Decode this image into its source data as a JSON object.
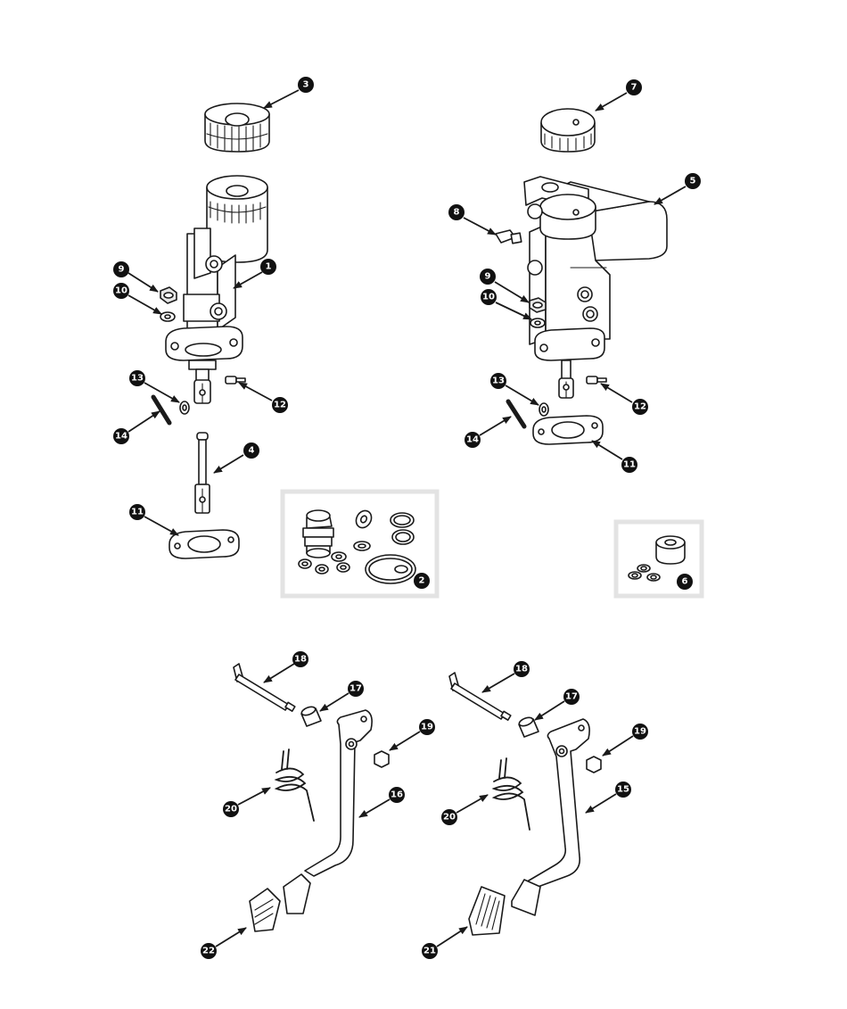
{
  "callouts": [
    {
      "id": "c3",
      "label": "3"
    },
    {
      "id": "c1",
      "label": "1"
    },
    {
      "id": "c9a",
      "label": "9"
    },
    {
      "id": "c10a",
      "label": "10"
    },
    {
      "id": "c13a",
      "label": "13"
    },
    {
      "id": "c12a",
      "label": "12"
    },
    {
      "id": "c14a",
      "label": "14"
    },
    {
      "id": "c4",
      "label": "4"
    },
    {
      "id": "c11a",
      "label": "11"
    },
    {
      "id": "c2",
      "label": "2"
    },
    {
      "id": "c7",
      "label": "7"
    },
    {
      "id": "c5",
      "label": "5"
    },
    {
      "id": "c8",
      "label": "8"
    },
    {
      "id": "c9b",
      "label": "9"
    },
    {
      "id": "c10b",
      "label": "10"
    },
    {
      "id": "c13b",
      "label": "13"
    },
    {
      "id": "c12b",
      "label": "12"
    },
    {
      "id": "c14b",
      "label": "14"
    },
    {
      "id": "c11b",
      "label": "11"
    },
    {
      "id": "c6",
      "label": "6"
    },
    {
      "id": "c18a",
      "label": "18"
    },
    {
      "id": "c17a",
      "label": "17"
    },
    {
      "id": "c19a",
      "label": "19"
    },
    {
      "id": "c20a",
      "label": "20"
    },
    {
      "id": "c16",
      "label": "16"
    },
    {
      "id": "c22",
      "label": "22"
    },
    {
      "id": "c18b",
      "label": "18"
    },
    {
      "id": "c17b",
      "label": "17"
    },
    {
      "id": "c19b",
      "label": "19"
    },
    {
      "id": "c20b",
      "label": "20"
    },
    {
      "id": "c15",
      "label": "15"
    },
    {
      "id": "c21",
      "label": "21"
    }
  ],
  "colors": {
    "ink": "#1a1a1a",
    "callout": "#111111",
    "inset_frame": "#e3e3e3",
    "background": "#ffffff"
  }
}
